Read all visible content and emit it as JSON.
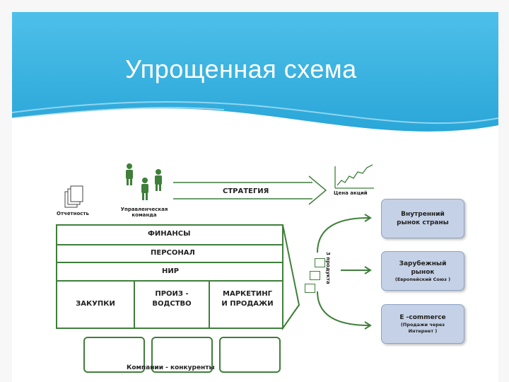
{
  "title": "Упрощенная схема",
  "colors": {
    "banner": "#3cb2e2",
    "green": "#3f7f3a",
    "market_fill": "#c5d1e6"
  },
  "diagram": {
    "top": {
      "reports_label": "Отчетность",
      "team_label_1": "Управленческая",
      "team_label_2": "команда",
      "strategy_label": "СТРАТЕГИЯ",
      "stock_label": "Цена акций"
    },
    "bars": [
      "ФИНАНСЫ",
      "ПЕРСОНАЛ",
      "НИР"
    ],
    "functions": {
      "purchases": "ЗАКУПКИ",
      "production_1": "ПРОИЗ -",
      "production_2": "ВОДСТВО",
      "marketing_1": "МАРКЕТИНГ",
      "marketing_2": "И ПРОДАЖИ"
    },
    "products_label": "3 продукта",
    "markets": [
      {
        "line1": "Внутренний",
        "line2": "рынок страны",
        "note": ""
      },
      {
        "line1": "Зарубежный",
        "line2": "рынок",
        "note": "(Европейский Союз  )"
      },
      {
        "line1": "E -commerce",
        "line2": "",
        "note": "(Продажи через",
        "note2": "Интернет )"
      }
    ],
    "competitors_label": "Компании  - конкуренты"
  }
}
